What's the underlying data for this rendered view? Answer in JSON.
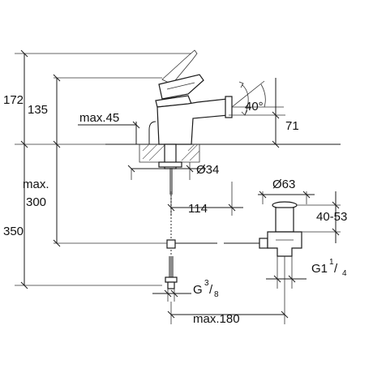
{
  "dimensions": {
    "d172": "172",
    "d135": "135",
    "max45": "max.45",
    "angle40": "40°",
    "d71": "71",
    "dia34": "Ø34",
    "max_label": "max.",
    "d300": "300",
    "d114": "114",
    "dia63": "Ø63",
    "d4053": "40-53",
    "d350": "350",
    "g1_main": "G1",
    "g1_num": "1",
    "g1_den": "4",
    "g38_main": "G",
    "g38_num": "3",
    "g38_den": "8",
    "max180": "max.180"
  },
  "colors": {
    "line": "#1a1a1a",
    "hatch": "#8a8a8a",
    "background": "#ffffff"
  }
}
